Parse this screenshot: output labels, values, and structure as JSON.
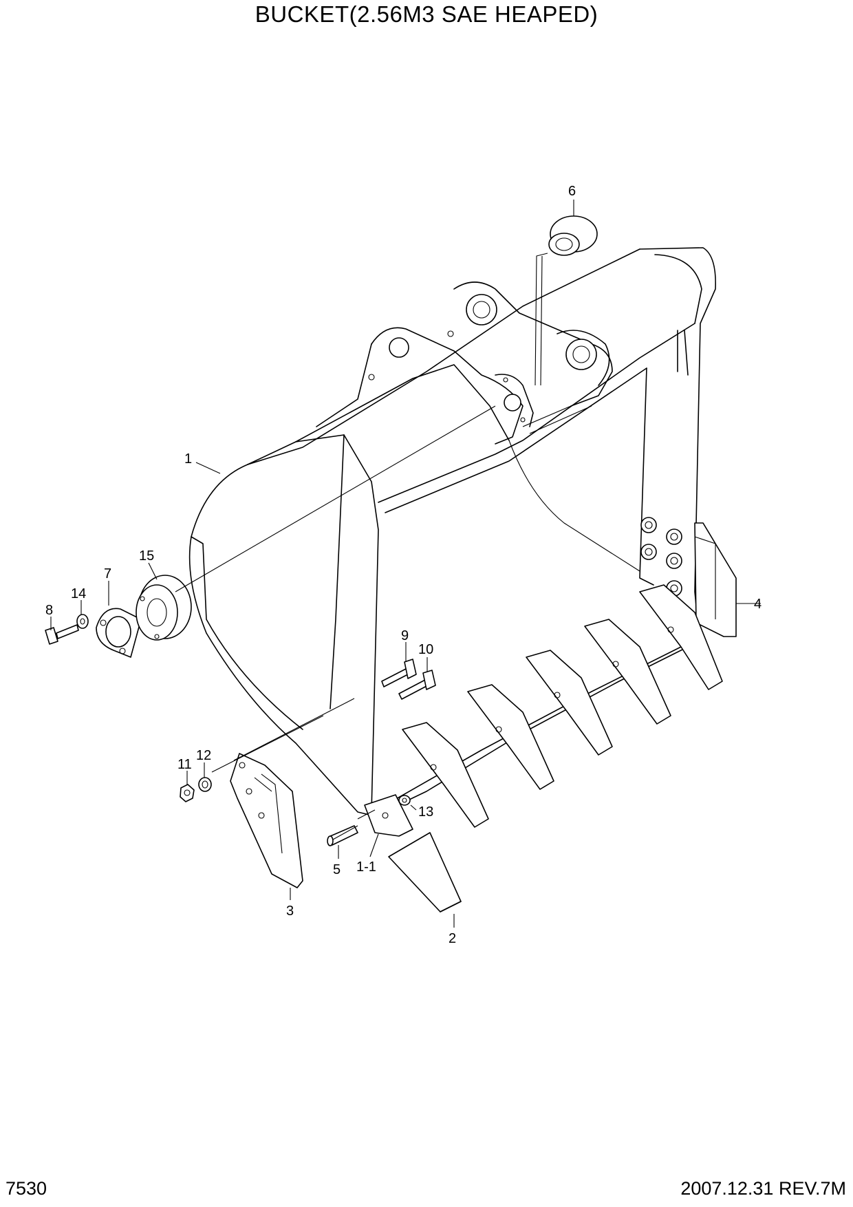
{
  "header": {
    "title": "BUCKET(2.56M3  SAE HEAPED)"
  },
  "footer": {
    "page_number": "7530",
    "revision": "2007.12.31 REV.7M"
  },
  "callouts": [
    {
      "id": "1",
      "label": "1"
    },
    {
      "id": "1-1",
      "label": "1-1"
    },
    {
      "id": "2",
      "label": "2"
    },
    {
      "id": "3",
      "label": "3"
    },
    {
      "id": "4",
      "label": "4"
    },
    {
      "id": "5",
      "label": "5"
    },
    {
      "id": "6",
      "label": "6"
    },
    {
      "id": "7",
      "label": "7"
    },
    {
      "id": "8",
      "label": "8"
    },
    {
      "id": "9",
      "label": "9"
    },
    {
      "id": "10",
      "label": "10"
    },
    {
      "id": "11",
      "label": "11"
    },
    {
      "id": "12",
      "label": "12"
    },
    {
      "id": "13",
      "label": "13"
    },
    {
      "id": "14",
      "label": "14"
    },
    {
      "id": "15",
      "label": "15"
    }
  ]
}
